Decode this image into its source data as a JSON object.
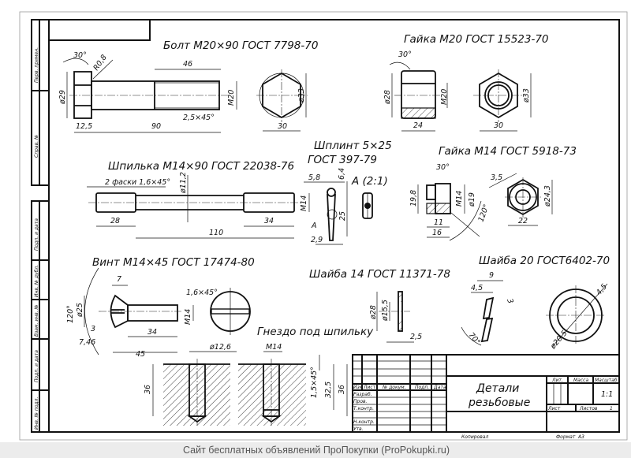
{
  "side_strip": [
    "Перв. примен.",
    "Справ. №",
    "Подп. и дата",
    "Инв. № дубл.",
    "Взам. инв. №",
    "Подп. и дата",
    "Инв. № подл."
  ],
  "bolt": {
    "title": "Болт М20×90 ГОСТ 7798-70",
    "dims": [
      "30°",
      "R0,8",
      "46",
      "ø29",
      "М20",
      "2,5×45°",
      "12,5",
      "90",
      "30",
      "ø33"
    ]
  },
  "nut20": {
    "title": "Гайка М20 ГОСТ 15523-70",
    "dims": [
      "30°",
      "ø28",
      "М20",
      "24",
      "30",
      "ø33"
    ]
  },
  "stud": {
    "title": "Шпилька М14×90 ГОСТ 22038-76",
    "dims": [
      "2 фаски 1,6×45°",
      "ø11,2",
      "М14",
      "28",
      "34",
      "110"
    ]
  },
  "pin": {
    "title1": "Шплинт 5×25",
    "title2": "ГОСТ 397-79",
    "dims": [
      "5,8",
      "6,4",
      "25",
      "А",
      "2,9",
      "А (2:1)"
    ]
  },
  "nut14": {
    "title": "Гайка М14 ГОСТ 5918-73",
    "dims": [
      "30°",
      "19,8",
      "М14",
      "ø19",
      "11",
      "16",
      "120°",
      "3,5",
      "ø24,3",
      "22"
    ]
  },
  "screw": {
    "title": "Винт М14×45 ГОСТ 17474-80",
    "dims": [
      "120°",
      "7",
      "ø25",
      "3",
      "7,46",
      "45",
      "34",
      "1,6×45°",
      "М14"
    ]
  },
  "washer14": {
    "title": "Шайба 14 ГОСТ 11371-78",
    "dims": [
      "ø28",
      "ø15,5",
      "2,5"
    ]
  },
  "washer20": {
    "title": "Шайба 20 ГОСТ6402-70",
    "dims": [
      "9",
      "4,5",
      "3",
      "70°",
      "ø20,5",
      "4,5"
    ]
  },
  "socket": {
    "title": "Гнездо под шпильку",
    "dims": [
      "ø12,6",
      "М14",
      "36",
      "1,5×45°",
      "32,5",
      "36"
    ]
  },
  "title_block": {
    "cols": [
      "Изм",
      "Лист",
      "№ докум.",
      "Подп.",
      "Дата"
    ],
    "rows": [
      "Разраб.",
      "Пров.",
      "Т.контр.",
      "Н.контр.",
      "Утв."
    ],
    "name1": "Детали",
    "name2": "резьбовые",
    "lit": "Лит.",
    "mass": "Масса",
    "scale_label": "Масштаб",
    "scale": "1:1",
    "sheet": "Лист",
    "sheets": "Листов",
    "sheets_count": "1",
    "copied": "Копировал",
    "format": "Формат",
    "format_value": "А3"
  },
  "watermark": "Сайт бесплатных объявлений ПроПокупки (ProPokupki.ru)"
}
